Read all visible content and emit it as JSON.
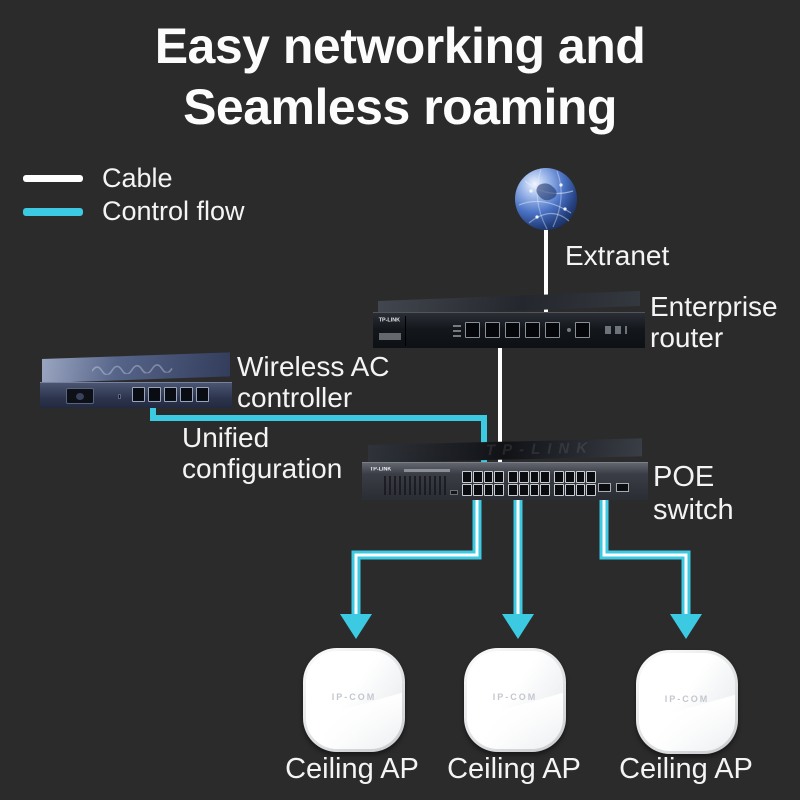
{
  "title": {
    "line1": "Easy networking and",
    "line2": "Seamless roaming"
  },
  "legend": {
    "items": [
      {
        "label": "Cable",
        "color": "#ffffff"
      },
      {
        "label": "Control flow",
        "color": "#3cc9e2"
      }
    ]
  },
  "colors": {
    "background": "#2b2b2b",
    "text": "#f4f4f4",
    "cable": "#ffffff",
    "control_flow": "#3cc9e2"
  },
  "nodes": {
    "extranet": {
      "label": "Extranet",
      "icon": "globe-icon"
    },
    "enterprise_router": {
      "label": "Enterprise router",
      "brand": "TP-LINK"
    },
    "wireless_ac_controller": {
      "label": "Wireless AC controller"
    },
    "poe_switch": {
      "label": "POE switch",
      "brand": "TP-LINK"
    },
    "ceiling_aps": [
      {
        "label": "Ceiling AP",
        "brand": "IP-COM"
      },
      {
        "label": "Ceiling AP",
        "brand": "IP-COM"
      },
      {
        "label": "Ceiling AP",
        "brand": "IP-COM"
      }
    ]
  },
  "annotations": {
    "unified_configuration": "Unified configuration"
  }
}
